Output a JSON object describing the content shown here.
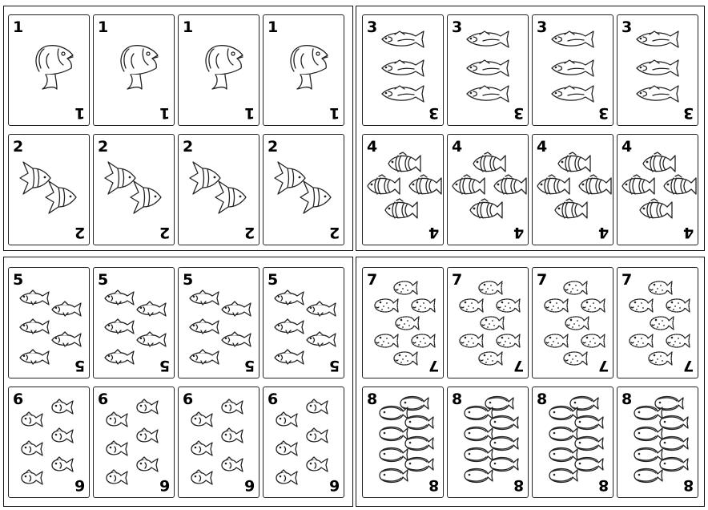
{
  "rows": [
    {
      "cards": [
        {
          "number": "1",
          "fish": "bass"
        },
        {
          "number": "1",
          "fish": "bass"
        },
        {
          "number": "1",
          "fish": "bass"
        },
        {
          "number": "1",
          "fish": "bass"
        },
        {
          "number": "3",
          "fish": "mackerel"
        },
        {
          "number": "3",
          "fish": "mackerel"
        },
        {
          "number": "3",
          "fish": "mackerel"
        },
        {
          "number": "3",
          "fish": "mackerel"
        }
      ]
    },
    {
      "cards": [
        {
          "number": "2",
          "fish": "angelfish"
        },
        {
          "number": "2",
          "fish": "angelfish"
        },
        {
          "number": "2",
          "fish": "angelfish"
        },
        {
          "number": "2",
          "fish": "angelfish"
        },
        {
          "number": "4",
          "fish": "clownfish"
        },
        {
          "number": "4",
          "fish": "clownfish"
        },
        {
          "number": "4",
          "fish": "clownfish"
        },
        {
          "number": "4",
          "fish": "clownfish"
        }
      ]
    },
    {
      "cards": [
        {
          "number": "5",
          "fish": "minnow"
        },
        {
          "number": "5",
          "fish": "minnow"
        },
        {
          "number": "5",
          "fish": "minnow"
        },
        {
          "number": "5",
          "fish": "minnow"
        },
        {
          "number": "7",
          "fish": "pufferfish"
        },
        {
          "number": "7",
          "fish": "pufferfish"
        },
        {
          "number": "7",
          "fish": "pufferfish"
        },
        {
          "number": "7",
          "fish": "pufferfish"
        }
      ]
    },
    {
      "cards": [
        {
          "number": "6",
          "fish": "goldfish"
        },
        {
          "number": "6",
          "fish": "goldfish"
        },
        {
          "number": "6",
          "fish": "goldfish"
        },
        {
          "number": "6",
          "fish": "goldfish"
        },
        {
          "number": "8",
          "fish": "flounder"
        },
        {
          "number": "8",
          "fish": "flounder"
        },
        {
          "number": "8",
          "fish": "flounder"
        },
        {
          "number": "8",
          "fish": "flounder"
        }
      ]
    }
  ]
}
